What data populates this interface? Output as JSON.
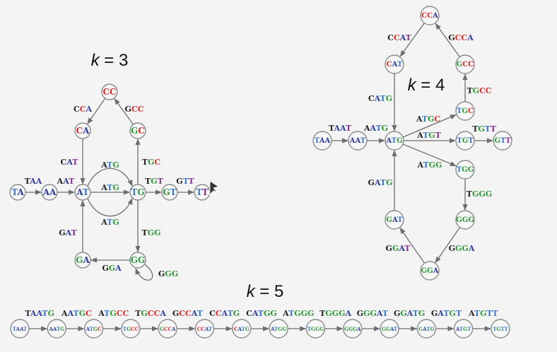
{
  "palette": {
    "A": "#2e3d9e",
    "C": "#dd2b25",
    "G": "#2f9a3a",
    "T": "#3a78c8",
    "first_of_edge": "#222222",
    "last_T_k3_k4": "#8b2f96",
    "edge_stroke": "#6e6e6e",
    "node_stroke": "#8a8a8a"
  },
  "graphs": [
    {
      "id": "k3",
      "title_prefix": "k",
      "title_suffix": " = 3",
      "nodes": [
        "TA",
        "AA",
        "AT",
        "TG",
        "GT",
        "TT",
        "CA",
        "CC",
        "GC",
        "GA",
        "GG"
      ],
      "edges": [
        {
          "from": "TA",
          "to": "AA",
          "label": "TAA"
        },
        {
          "from": "AA",
          "to": "AT",
          "label": "AAT"
        },
        {
          "from": "AT",
          "to": "TG",
          "label": "ATG"
        },
        {
          "from": "AT",
          "to": "TG",
          "label": "ATG"
        },
        {
          "from": "AT",
          "to": "TG",
          "label": "ATG"
        },
        {
          "from": "TG",
          "to": "GT",
          "label": "TGT"
        },
        {
          "from": "GT",
          "to": "TT",
          "label": "GTT"
        },
        {
          "from": "CA",
          "to": "AT",
          "label": "CAT"
        },
        {
          "from": "CC",
          "to": "CA",
          "label": "CCA"
        },
        {
          "from": "GC",
          "to": "CC",
          "label": "GCC"
        },
        {
          "from": "TG",
          "to": "GC",
          "label": "TGC"
        },
        {
          "from": "TG",
          "to": "GG",
          "label": "TGG"
        },
        {
          "from": "GG",
          "to": "GA",
          "label": "GGA"
        },
        {
          "from": "GA",
          "to": "AT",
          "label": "GAT"
        },
        {
          "from": "GG",
          "to": "GG",
          "label": "GGG"
        }
      ]
    },
    {
      "id": "k4",
      "title_prefix": "k",
      "title_suffix": " = 4",
      "nodes": [
        "TAA",
        "AAT",
        "ATG",
        "TGC",
        "GCC",
        "CCA",
        "CAT",
        "TGT",
        "GTT",
        "TGG",
        "GGG",
        "GGA",
        "GAT"
      ],
      "edges": [
        {
          "from": "TAA",
          "to": "AAT",
          "label": "TAAT"
        },
        {
          "from": "AAT",
          "to": "ATG",
          "label": "AATG"
        },
        {
          "from": "ATG",
          "to": "TGC",
          "label": "ATGC"
        },
        {
          "from": "TGC",
          "to": "GCC",
          "label": "TGCC"
        },
        {
          "from": "GCC",
          "to": "CCA",
          "label": "GCCA"
        },
        {
          "from": "CCA",
          "to": "CAT",
          "label": "CCAT"
        },
        {
          "from": "CAT",
          "to": "ATG",
          "label": "CATG"
        },
        {
          "from": "ATG",
          "to": "TGT",
          "label": "ATGT"
        },
        {
          "from": "TGT",
          "to": "GTT",
          "label": "TGTT"
        },
        {
          "from": "ATG",
          "to": "TGG",
          "label": "ATGG"
        },
        {
          "from": "TGG",
          "to": "GGG",
          "label": "TGGG"
        },
        {
          "from": "GGG",
          "to": "GGA",
          "label": "GGGA"
        },
        {
          "from": "GGA",
          "to": "GAT",
          "label": "GGAT"
        },
        {
          "from": "GAT",
          "to": "ATG",
          "label": "GATG"
        }
      ]
    },
    {
      "id": "k5",
      "title_prefix": "k",
      "title_suffix": " = 5",
      "nodes": [
        "TAAT",
        "AATG",
        "ATGC",
        "TGCC",
        "GCCA",
        "CCAT",
        "CATG",
        "ATGG",
        "TGGG",
        "GGGA",
        "GGAT",
        "GATG",
        "ATGT",
        "TGTT"
      ],
      "edges": [
        {
          "from": "TAAT",
          "to": "AATG",
          "label": "TAATG"
        },
        {
          "from": "AATG",
          "to": "ATGC",
          "label": "AATGC"
        },
        {
          "from": "ATGC",
          "to": "TGCC",
          "label": "ATGCC"
        },
        {
          "from": "TGCC",
          "to": "GCCA",
          "label": "TGCCA"
        },
        {
          "from": "GCCA",
          "to": "CCAT",
          "label": "GCCAT"
        },
        {
          "from": "CCAT",
          "to": "CATG",
          "label": "CCATG"
        },
        {
          "from": "CATG",
          "to": "ATGG",
          "label": "CATGG"
        },
        {
          "from": "ATGG",
          "to": "TGGG",
          "label": "ATGGG"
        },
        {
          "from": "TGGG",
          "to": "GGGA",
          "label": "TGGGA"
        },
        {
          "from": "GGGA",
          "to": "GGAT",
          "label": "GGGAT"
        },
        {
          "from": "GGAT",
          "to": "GATG",
          "label": "GGATG"
        },
        {
          "from": "GATG",
          "to": "ATGT",
          "label": "GATGT"
        },
        {
          "from": "ATGT",
          "to": "TGTT",
          "label": "ATGTT"
        }
      ]
    }
  ]
}
